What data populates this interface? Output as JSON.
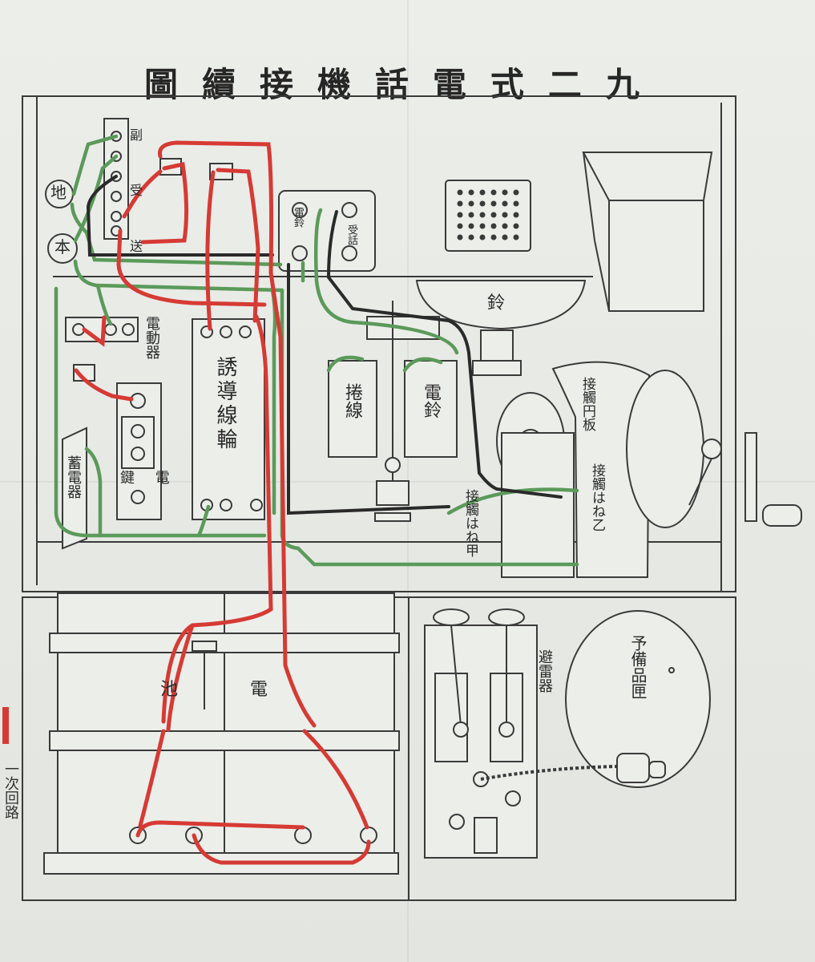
{
  "title": [
    "九",
    "二",
    "式",
    "電",
    "話",
    "機",
    "接",
    "續",
    "圖"
  ],
  "labels": {
    "ground": "地",
    "main": "本",
    "terminal_strip": "副 受 送",
    "bell_terminal": "電鈴",
    "receiver_terminal": "受話",
    "bell": "鈴",
    "coil_left": "捲線",
    "coil_right": "電鈴",
    "vibrator": "電動器",
    "induction_coil": "誘導線輪",
    "key": "鍵 電",
    "storage": "蓄電器",
    "contact_plate": "接觸円板",
    "contact_spring_b": "接觸はね乙",
    "contact_spring_a": "接觸はね甲",
    "battery_left": "池",
    "battery_right": "電",
    "lightning_arrester": "避雷器",
    "spare_box": "予備品匣"
  },
  "legend": {
    "color": "#d63a34",
    "label": "一次回路"
  },
  "colors": {
    "red_wire": "#d63a34",
    "green_wire": "#5b9a5a",
    "black_wire": "#2a2a2a",
    "line": "#3a3a3a"
  }
}
